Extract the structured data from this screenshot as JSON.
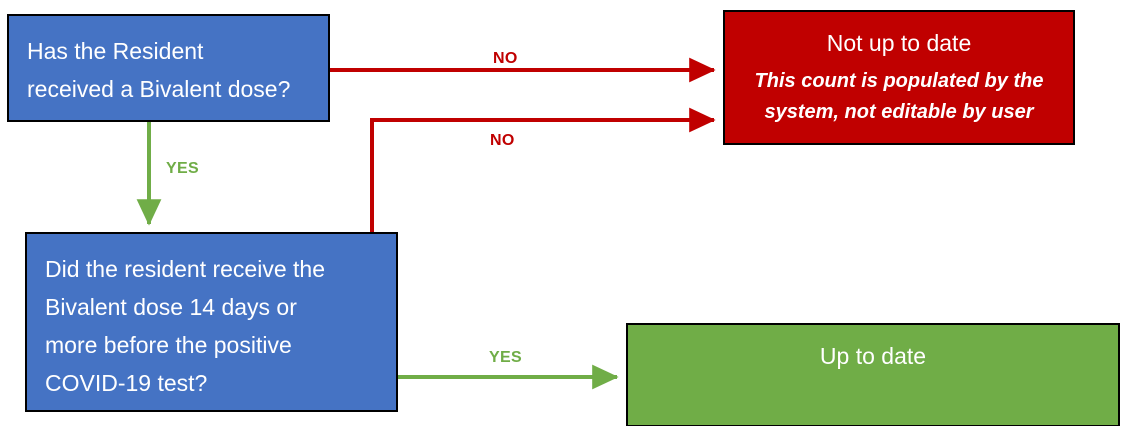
{
  "diagram": {
    "type": "flowchart",
    "title": "COVID-19 Bivalent dose up-to-date decision flow",
    "colors": {
      "decision_fill": "#4573C4",
      "negative_fill": "#C00000",
      "positive_fill": "#70AD47",
      "no_edge": "#C00000",
      "yes_edge": "#70AD47",
      "node_border": "#000000",
      "node_text": "#FFFFFF"
    },
    "nodes": {
      "question_one": {
        "id": "question-one",
        "shape": "rectangle",
        "kind": "decision",
        "lines": [
          "Has the Resident",
          "received a Bivalent dose?"
        ]
      },
      "question_two": {
        "id": "question-two",
        "shape": "rectangle",
        "kind": "decision",
        "lines": [
          "Did the resident receive the",
          "Bivalent dose 14 days or",
          "more before the positive",
          "COVID-19 test?"
        ]
      },
      "not_up_to_date": {
        "id": "not-up-to-date",
        "shape": "rectangle",
        "kind": "outcome-negative",
        "title": "Not up to date",
        "note_lines": [
          "This count is populated by the",
          "system, not editable by user"
        ]
      },
      "up_to_date": {
        "id": "up-to-date",
        "shape": "rectangle",
        "kind": "outcome-positive",
        "title": "Up to date"
      }
    },
    "edges": [
      {
        "id": "edge-q1-no",
        "label": "NO",
        "color": "#C00000",
        "from": "question_one",
        "to": "not_up_to_date"
      },
      {
        "id": "edge-q1-yes",
        "label": "YES",
        "color": "#70AD47",
        "from": "question_one",
        "to": "question_two"
      },
      {
        "id": "edge-q2-no",
        "label": "NO",
        "color": "#C00000",
        "from": "question_two",
        "to": "not_up_to_date"
      },
      {
        "id": "edge-q2-yes",
        "label": "YES",
        "color": "#70AD47",
        "from": "question_two",
        "to": "up_to_date"
      }
    ]
  }
}
